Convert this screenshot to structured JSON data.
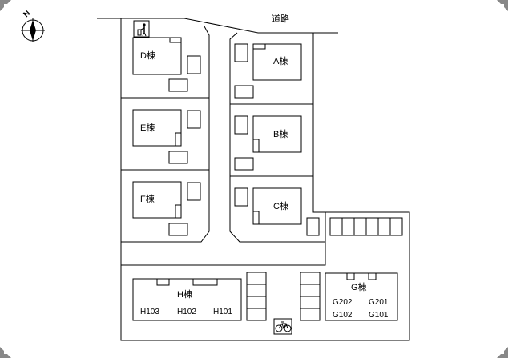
{
  "road": {
    "label": "道路"
  },
  "compass": {
    "north_label": "N"
  },
  "buildings": {
    "A": {
      "label": "A棟"
    },
    "B": {
      "label": "B棟"
    },
    "C": {
      "label": "C棟"
    },
    "D": {
      "label": "D棟"
    },
    "E": {
      "label": "E棟"
    },
    "F": {
      "label": "F棟"
    },
    "G": {
      "label": "G棟",
      "units": [
        "G202",
        "G201",
        "G102",
        "G101"
      ]
    },
    "H": {
      "label": "H棟",
      "units": [
        "H103",
        "H102",
        "H101"
      ]
    }
  },
  "icons": {
    "trash": "trash-disposal-icon",
    "bicycle": "bicycle-parking-icon",
    "compass": "compass-icon"
  }
}
